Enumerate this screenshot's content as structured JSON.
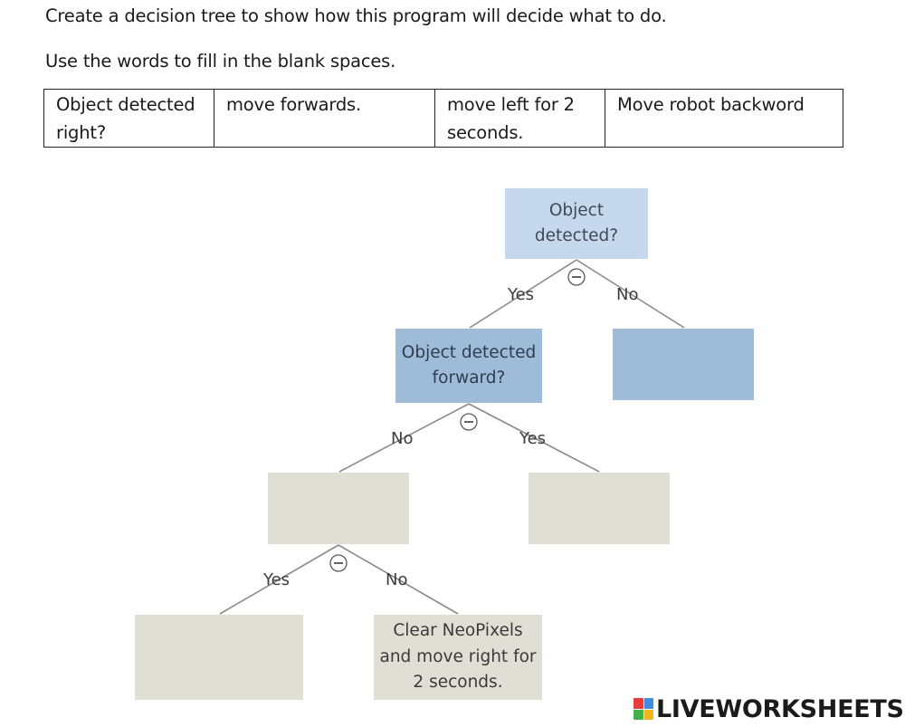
{
  "instructions": {
    "line1": "Create a decision tree to show how this program will decide what to do.",
    "line2": "Use the words to fill in the blank spaces."
  },
  "word_bank": [
    "Object detected right?",
    "move forwards.",
    "move left for 2 seconds.",
    "Move robot backword"
  ],
  "tree": {
    "root": "Object detected?",
    "root_yes": "Yes",
    "root_no": "No",
    "level2_left": "Object detected forward?",
    "level2_right": "",
    "level2_no": "No",
    "level2_yes": "Yes",
    "level3_left": "",
    "level3_right": "",
    "level3_yes": "Yes",
    "level3_no": "No",
    "level4_left": "",
    "level4_right": "Clear NeoPixels and move right for 2 seconds.",
    "collapse_glyph": "⊖"
  },
  "colors": {
    "root_fill": "#c6d9ec",
    "mid_fill": "#9ebbd8",
    "blank_fill": "#dfdfd5",
    "edge": "#8a8a8a"
  },
  "watermark": "LIVEWORKSHEETS"
}
